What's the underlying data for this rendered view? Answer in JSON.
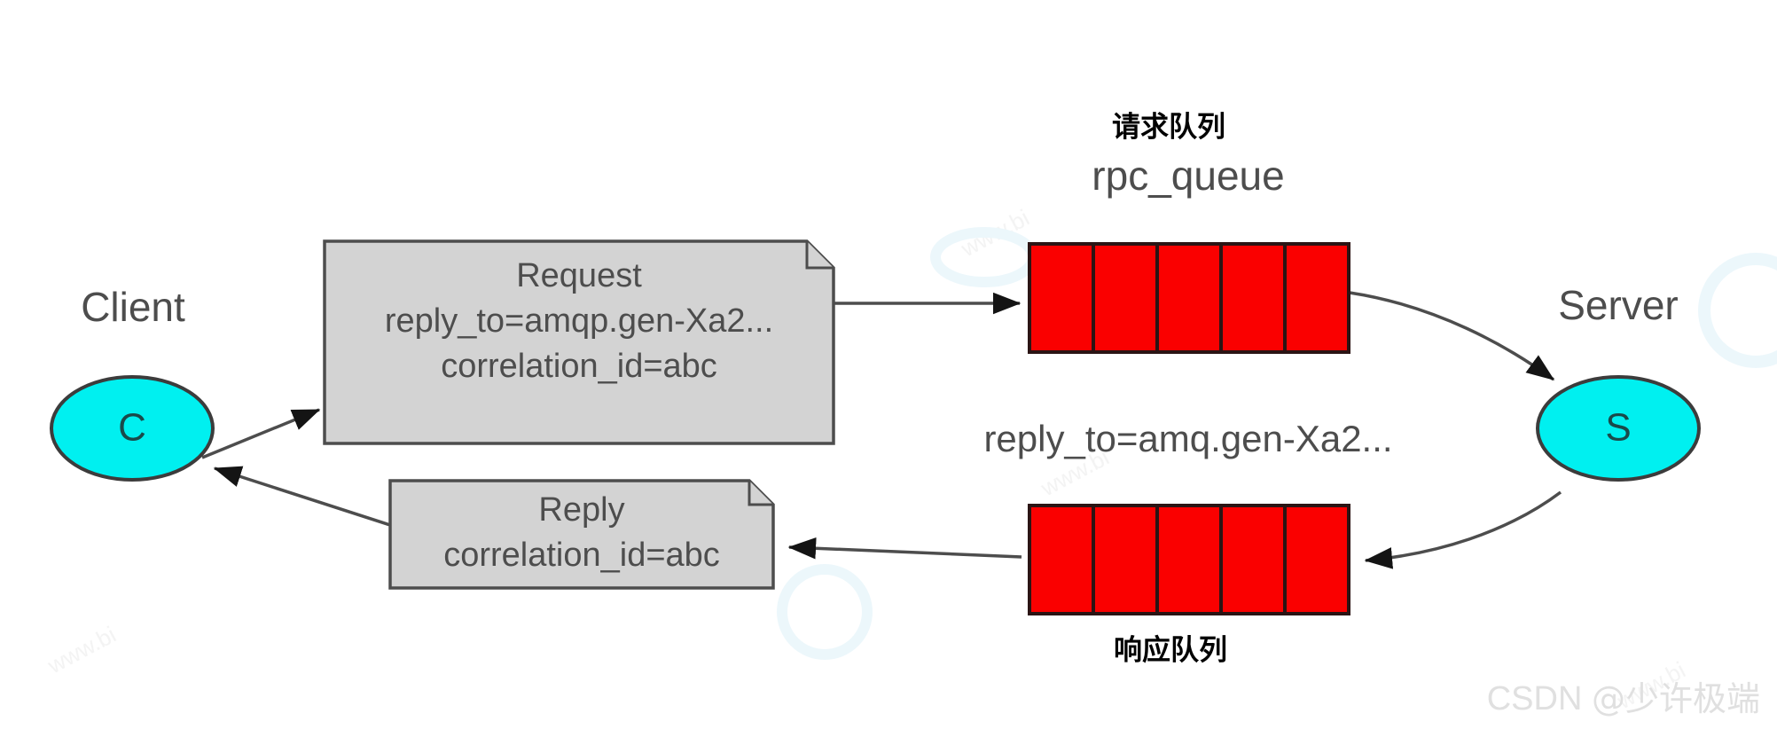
{
  "diagram": {
    "title": "RabbitMQ RPC pattern",
    "colors": {
      "node_fill": "#00f0f0",
      "node_stroke": "#3c3c3c",
      "queue_fill": "#fa0000",
      "queue_stroke": "#2b1414",
      "note_fill": "#d3d3d3",
      "note_stroke": "#4d4d4d",
      "edge_stroke": "#4d4d4d",
      "text_color": "#4d4d4d",
      "cjk_text_color": "#000000",
      "background": "#ffffff",
      "watermark": "#e0e0e0"
    },
    "nodes": {
      "client": {
        "label": "Client",
        "letter": "C"
      },
      "server": {
        "label": "Server",
        "letter": "S"
      }
    },
    "notes": {
      "request": {
        "title": "Request",
        "line2": "reply_to=amqp.gen-Xa2...",
        "line3": "correlation_id=abc"
      },
      "reply": {
        "title": "Reply",
        "line2": "correlation_id=abc"
      }
    },
    "queues": {
      "request_queue": {
        "cjk_label": "请求队列",
        "name": "rpc_queue",
        "cells": 5
      },
      "reply_queue": {
        "cjk_label": "响应队列",
        "name": "",
        "cells": 5
      }
    },
    "edge_labels": {
      "reply_to": "reply_to=amq.gen-Xa2..."
    },
    "watermark": {
      "brand": "CSDN",
      "handle": "@少许极端"
    }
  }
}
